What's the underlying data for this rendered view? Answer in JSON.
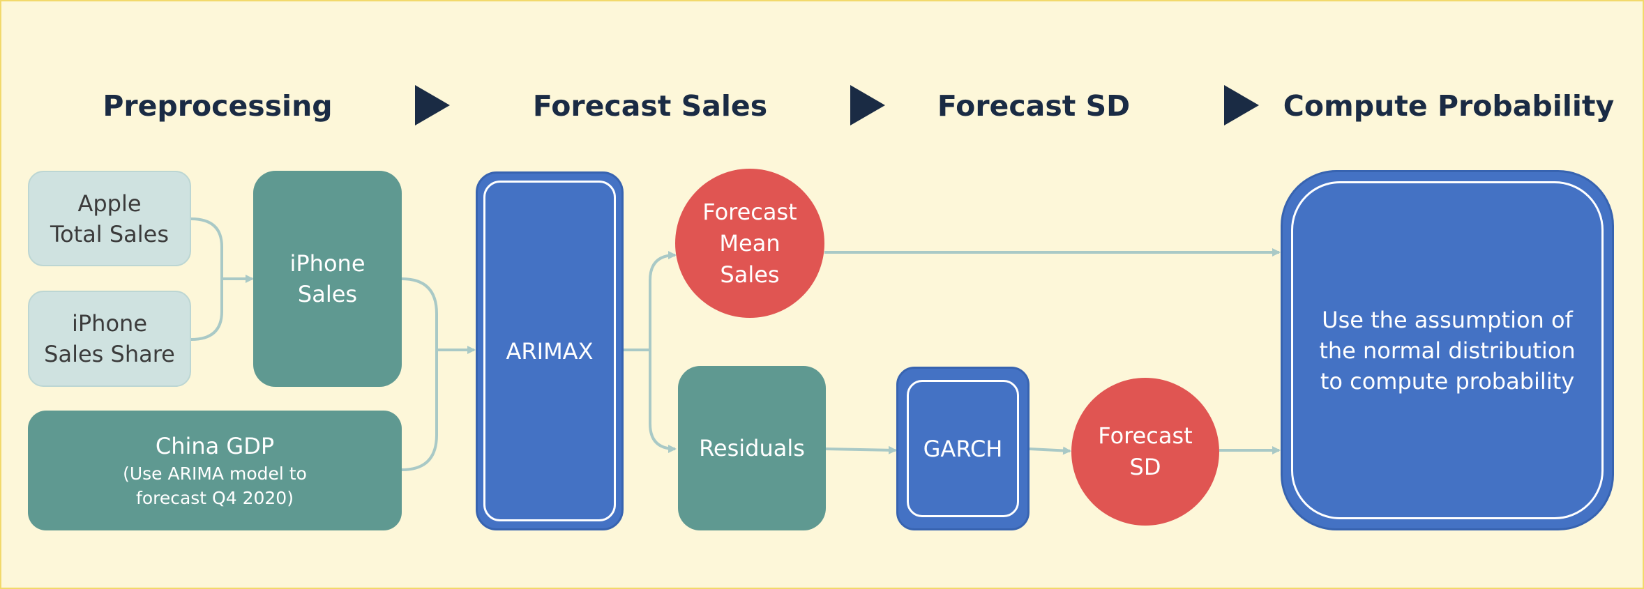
{
  "stages": [
    {
      "label": "Preprocessing"
    },
    {
      "label": "Forecast Sales"
    },
    {
      "label": "Forecast SD"
    },
    {
      "label": "Compute Probability"
    }
  ],
  "nodes": {
    "apple_total_sales": {
      "line1": "Apple",
      "line2": "Total Sales"
    },
    "iphone_sales_share": {
      "line1": "iPhone",
      "line2": "Sales Share"
    },
    "iphone_sales": {
      "line1": "iPhone",
      "line2": "Sales"
    },
    "china_gdp": {
      "title": "China GDP",
      "note1": "(Use ARIMA model to",
      "note2": "forecast Q4 2020)"
    },
    "arimax": {
      "label": "ARIMAX"
    },
    "forecast_mean_sales": {
      "line1": "Forecast",
      "line2": "Mean",
      "line3": "Sales"
    },
    "residuals": {
      "label": "Residuals"
    },
    "garch": {
      "label": "GARCH"
    },
    "forecast_sd": {
      "line1": "Forecast",
      "line2": "SD"
    },
    "compute": {
      "line1": "Use the assumption of",
      "line2": "the normal distribution",
      "line3": "to compute probability"
    }
  },
  "colors": {
    "background": "#fdf7d9",
    "title": "#1a2b44",
    "light_box": "#cfe2e0",
    "teal_box": "#5f9991",
    "blue_box": "#4472c4",
    "red_circle": "#e05552",
    "connector": "#a9c9c6"
  }
}
